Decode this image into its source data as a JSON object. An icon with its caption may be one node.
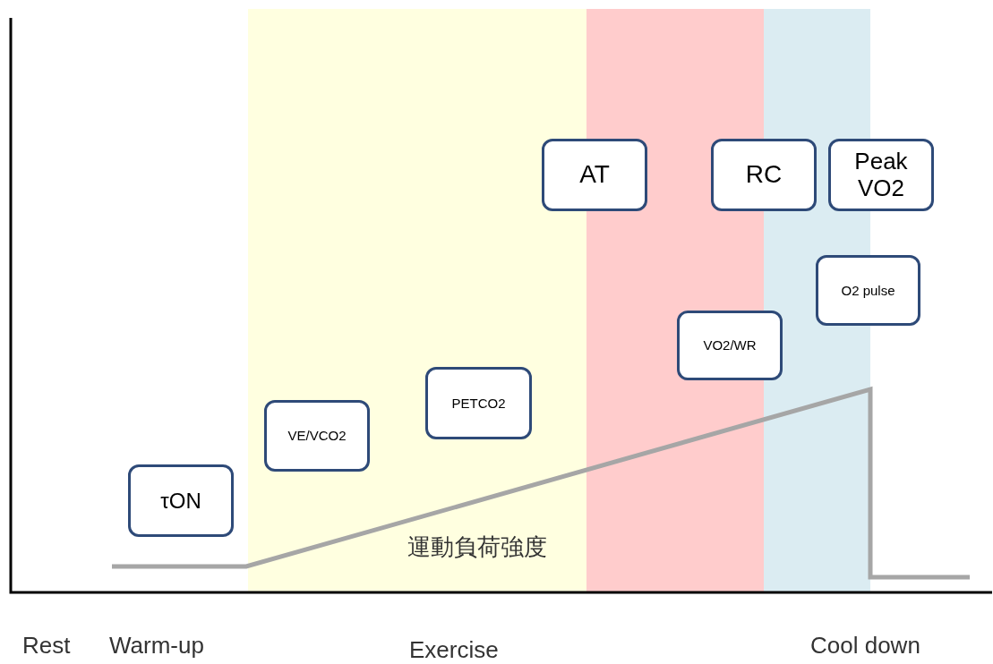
{
  "diagram": {
    "nodes": [
      {
        "text": [
          "AT"
        ]
      },
      {
        "text": [
          "RC"
        ]
      },
      {
        "text": [
          "Peak VO2"
        ]
      },
      {
        "text": [
          "O2 pulse"
        ]
      },
      {
        "text": [
          "VO2/WR"
        ]
      },
      {
        "text": [
          "PETCO2"
        ]
      },
      {
        "text": [
          "VE/VCO2"
        ]
      },
      {
        "text": [
          "τON"
        ]
      }
    ],
    "labels": [
      "運動負荷強度",
      "Rest",
      "Warm-up",
      "Exercise",
      "Cool down"
    ]
  }
}
